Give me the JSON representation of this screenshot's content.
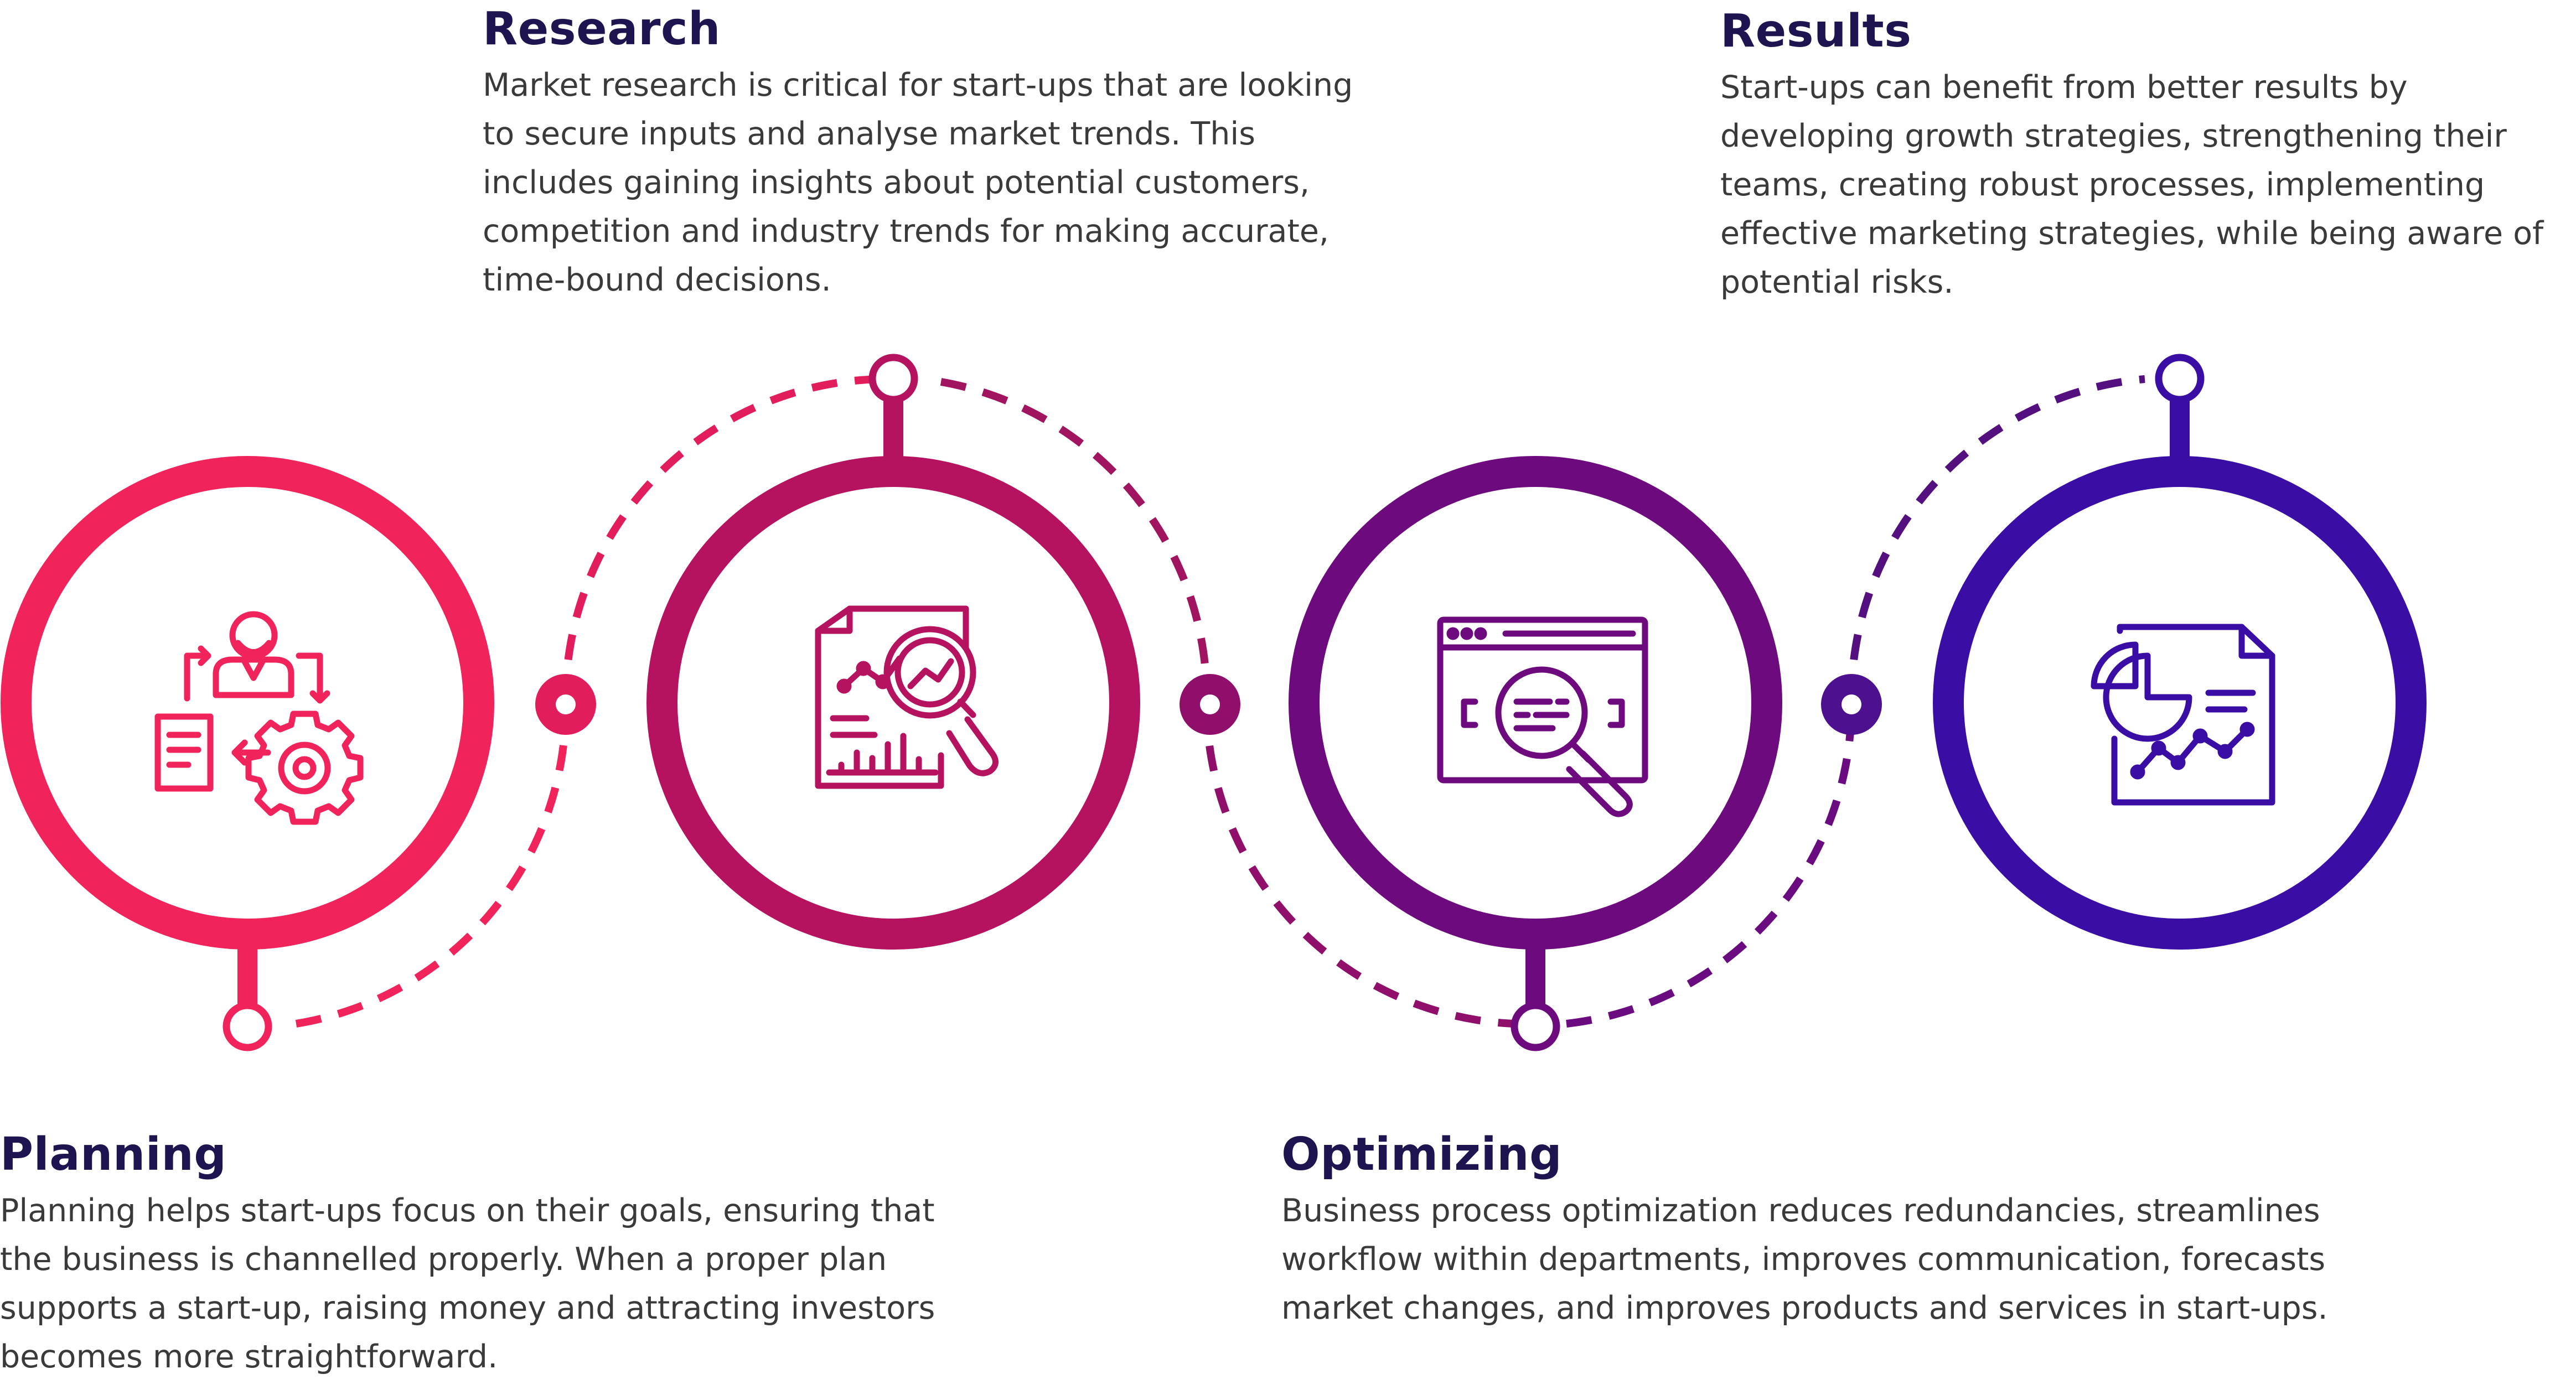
{
  "colors": {
    "planning": "#f0245b",
    "research": "#b5125f",
    "optimizing": "#6d0a7d",
    "results": "#3a0ea5",
    "title": "#1e1450",
    "body": "#3a3a3a"
  },
  "steps": [
    {
      "title": "Planning",
      "icon": "planning-workflow-icon",
      "description": "Planning helps start-ups focus on their goals, ensuring that the business is channelled properly. When a proper plan supports a start-up, raising money and attracting investors becomes more straightforward."
    },
    {
      "title": "Research",
      "icon": "market-research-magnifier-icon",
      "description": "Market research is critical for start-ups that are looking to secure inputs and analyse market trends. This includes gaining insights about potential customers, competition and industry trends for making accurate, time-bound decisions."
    },
    {
      "title": "Optimizing",
      "icon": "browser-search-icon",
      "description": "Business process optimization reduces redundancies, streamlines workflow within departments, improves communication, forecasts market changes, and improves products and services in start-ups."
    },
    {
      "title": "Results",
      "icon": "report-pie-chart-icon",
      "description": "Start-ups can benefit from better results by developing growth strategies, strengthening their teams, creating robust processes, implementing effective marketing strategies, while being aware of potential risks."
    }
  ]
}
